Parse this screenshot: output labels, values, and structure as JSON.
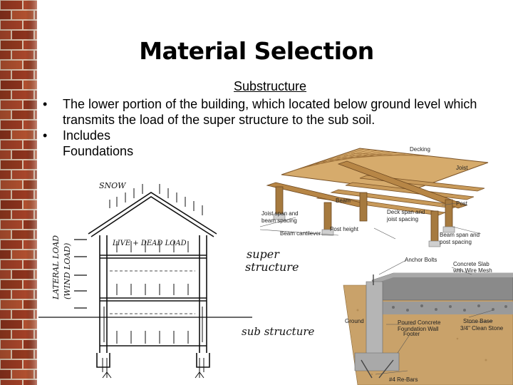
{
  "slide": {
    "title": "Material Selection",
    "subheading": "Substructure",
    "bullets": [
      {
        "marker": "•",
        "text": "The lower portion of the building, which located below ground level which transmits the load of the super structure to the sub soil."
      },
      {
        "marker": "•",
        "text": "Includes"
      }
    ],
    "sub_item": "Foundations"
  },
  "figure_left": {
    "labels": {
      "snow": "SNOW",
      "live_dead": "LIVE + DEAD LOAD",
      "lateral": "LATERAL LOAD",
      "wind": "(WIND LOAD)",
      "super": "super",
      "structure": "structure",
      "sub_structure": "sub structure"
    }
  },
  "figure_deck": {
    "labels": {
      "decking": "Decking",
      "joist": "Joist",
      "beam": "Beam",
      "post": "Post",
      "joist_span": "Joist span and",
      "beam_spacing": "beam spacing",
      "deck_span": "Deck span and",
      "joist_spacing": "joist spacing",
      "beam_cantilever": "Beam cantilever",
      "post_height": "Post height",
      "beam_span": "Beam span and",
      "post_spacing": "post spacing"
    }
  },
  "figure_foundation": {
    "labels": {
      "anchor_bolts": "Anchor Bolts",
      "slab_1": "Concrete Slab",
      "slab_2": "with Wire Mesh",
      "ground": "Ground",
      "poured_1": "Poured Concrete",
      "poured_2": "Foundation Wall",
      "stone_base": "Stone Base",
      "clean_stone": "3/4\" Clean Stone",
      "footer": "Footer",
      "rebars": "#4 Re-Bars"
    }
  },
  "colors": {
    "brick": "#9a3a22",
    "mortar": "#d9c2ad",
    "wood": "#c89a5a",
    "wood_dark": "#8a5f2c",
    "soil": "#c9a26a",
    "concrete": "#b5b5b5"
  }
}
